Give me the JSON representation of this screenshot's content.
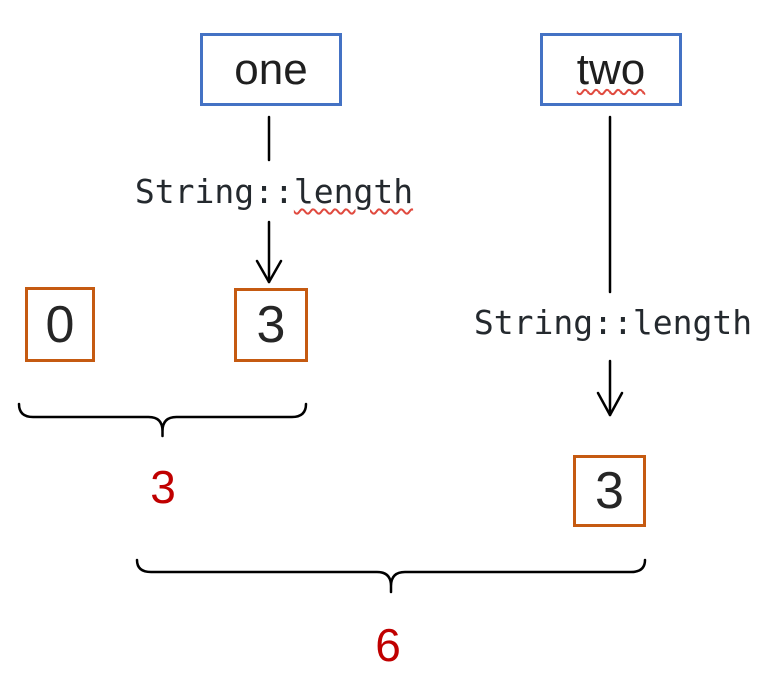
{
  "diagram": {
    "nodes": {
      "one": {
        "label": "one"
      },
      "two": {
        "label": "two"
      }
    },
    "operations": {
      "left": {
        "prefix": "String::",
        "method": "length"
      },
      "right": {
        "full": "String::length"
      }
    },
    "values": {
      "left_index_start": "0",
      "left_length": "3",
      "right_length": "3"
    },
    "sums": {
      "left_subtotal": "3",
      "grand_total": "6"
    },
    "colors": {
      "node_border_blue": "#4472C4",
      "value_border_orange": "#C55A11",
      "sum_red": "#C00000",
      "connector_black": "#000000",
      "spellcheck_squiggle_red": "#E04A3F"
    }
  }
}
